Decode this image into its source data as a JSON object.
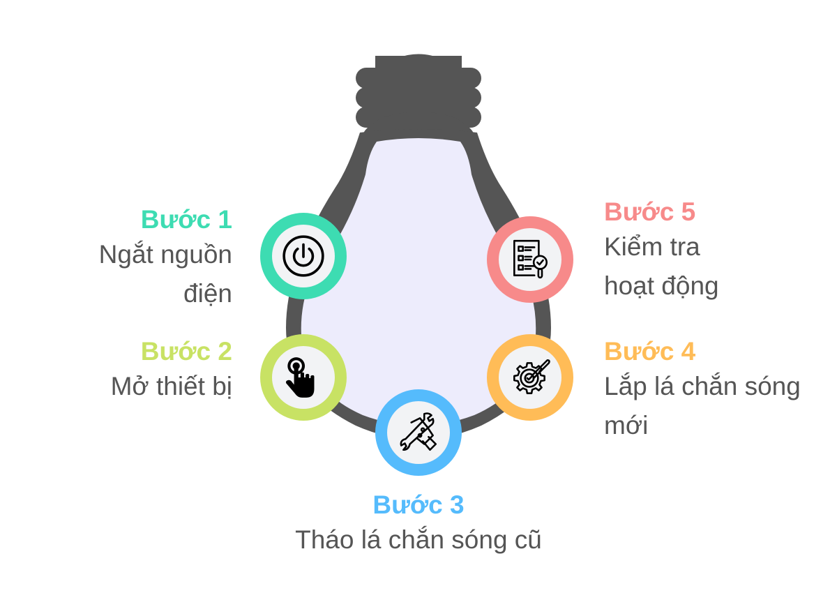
{
  "diagram": {
    "type": "lightbulb-process",
    "bulb": {
      "outline_color": "#555555",
      "fill_color": "#edecfc"
    },
    "steps": [
      {
        "title": "Bước 1",
        "desc_lines": [
          "Ngắt nguồn",
          "điện"
        ],
        "color": "#3ddcb2",
        "icon": "power-icon"
      },
      {
        "title": "Bước 2",
        "desc_lines": [
          "Mở thiết bị"
        ],
        "color": "#c8e264",
        "icon": "hand-pointer-icon"
      },
      {
        "title": "Bước 3",
        "desc_lines": [
          "Tháo lá chắn sóng cũ"
        ],
        "color": "#55bbfc",
        "icon": "hand-wrench-icon"
      },
      {
        "title": "Bước 4",
        "desc_lines": [
          "Lắp lá chắn sóng",
          "mới"
        ],
        "color": "#ffbc57",
        "icon": "gear-wrench-icon"
      },
      {
        "title": "Bước 5",
        "desc_lines": [
          "Kiểm tra",
          "hoạt động"
        ],
        "color": "#f78a8a",
        "icon": "checklist-magnifier-icon"
      }
    ]
  }
}
